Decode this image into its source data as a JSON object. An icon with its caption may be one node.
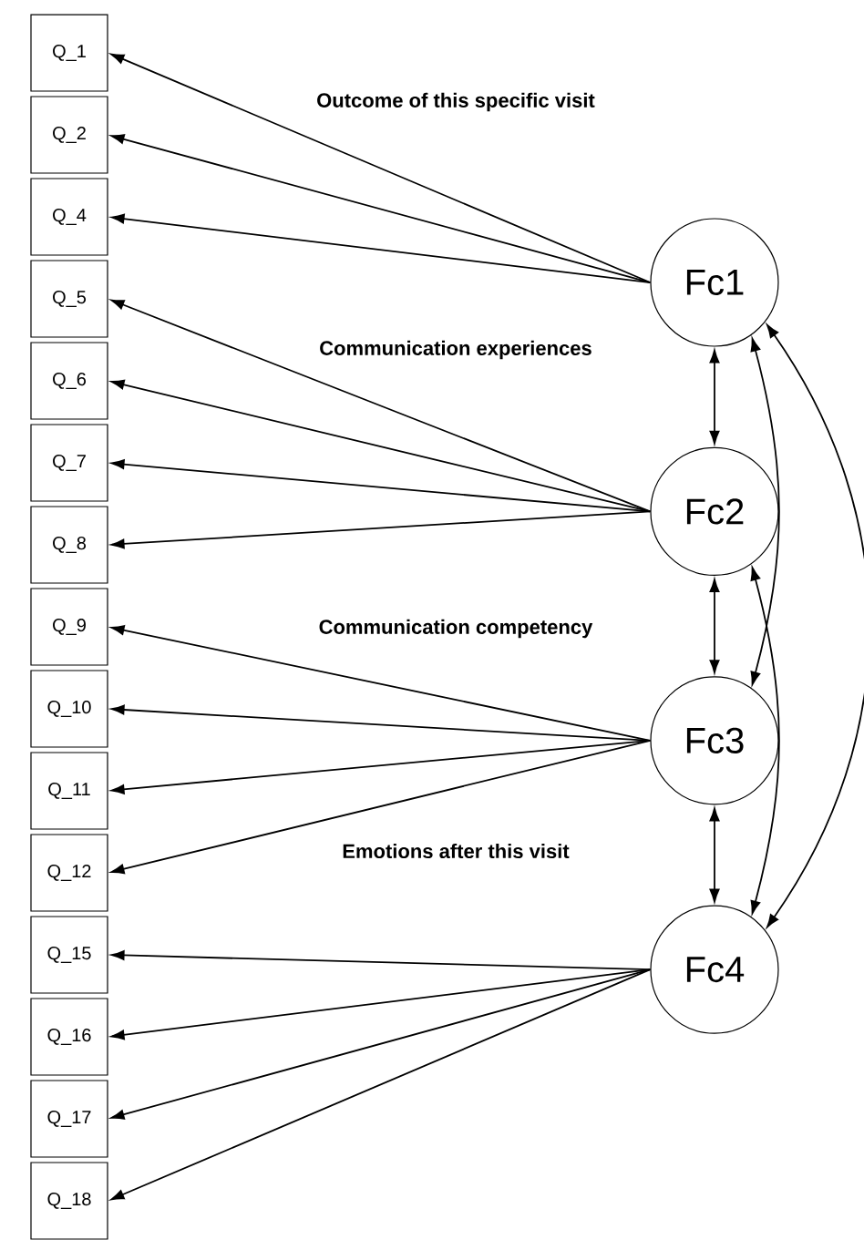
{
  "diagram": {
    "nodes": [
      {
        "text": [
          "Q_1"
        ]
      },
      {
        "text": [
          "Q_2"
        ]
      },
      {
        "text": [
          "Q_4"
        ]
      },
      {
        "text": [
          "Q_5"
        ]
      },
      {
        "text": [
          "Q_6"
        ]
      },
      {
        "text": [
          "Q_7"
        ]
      },
      {
        "text": [
          "Q_8"
        ]
      },
      {
        "text": [
          "Q_9"
        ]
      },
      {
        "text": [
          "Q_10"
        ]
      },
      {
        "text": [
          "Q_11"
        ]
      },
      {
        "text": [
          "Q_12"
        ]
      },
      {
        "text": [
          "Q_15"
        ]
      },
      {
        "text": [
          "Q_16"
        ]
      },
      {
        "text": [
          "Q_17"
        ]
      },
      {
        "text": [
          "Q_18"
        ]
      },
      {
        "text": [
          "Fc1"
        ]
      },
      {
        "text": [
          "Fc2"
        ]
      },
      {
        "text": [
          "Fc3"
        ]
      },
      {
        "text": [
          "Fc4"
        ]
      }
    ],
    "edges": [
      {
        "from": 15,
        "to": 0,
        "arrow": "to"
      },
      {
        "from": 15,
        "to": 1,
        "arrow": "to"
      },
      {
        "from": 15,
        "to": 2,
        "arrow": "to"
      },
      {
        "from": 16,
        "to": 3,
        "arrow": "to"
      },
      {
        "from": 16,
        "to": 4,
        "arrow": "to"
      },
      {
        "from": 16,
        "to": 5,
        "arrow": "to"
      },
      {
        "from": 16,
        "to": 6,
        "arrow": "to"
      },
      {
        "from": 17,
        "to": 7,
        "arrow": "to"
      },
      {
        "from": 17,
        "to": 8,
        "arrow": "to"
      },
      {
        "from": 17,
        "to": 9,
        "arrow": "to"
      },
      {
        "from": 17,
        "to": 10,
        "arrow": "to"
      },
      {
        "from": 18,
        "to": 11,
        "arrow": "to"
      },
      {
        "from": 18,
        "to": 12,
        "arrow": "to"
      },
      {
        "from": 18,
        "to": 13,
        "arrow": "to"
      },
      {
        "from": 18,
        "to": 14,
        "arrow": "to"
      },
      {
        "from": 15,
        "to": 16,
        "arrow": "both"
      },
      {
        "from": 16,
        "to": 17,
        "arrow": "both"
      },
      {
        "from": 17,
        "to": 18,
        "arrow": "both"
      },
      {
        "from": 15,
        "to": 17,
        "arrow": "both"
      },
      {
        "from": 16,
        "to": 18,
        "arrow": "both"
      },
      {
        "from": 15,
        "to": 18,
        "arrow": "both"
      }
    ],
    "labels": [
      "Outcome of this specific visit",
      "Communication experiences",
      "Communication competency",
      "Emotions after this visit"
    ]
  }
}
